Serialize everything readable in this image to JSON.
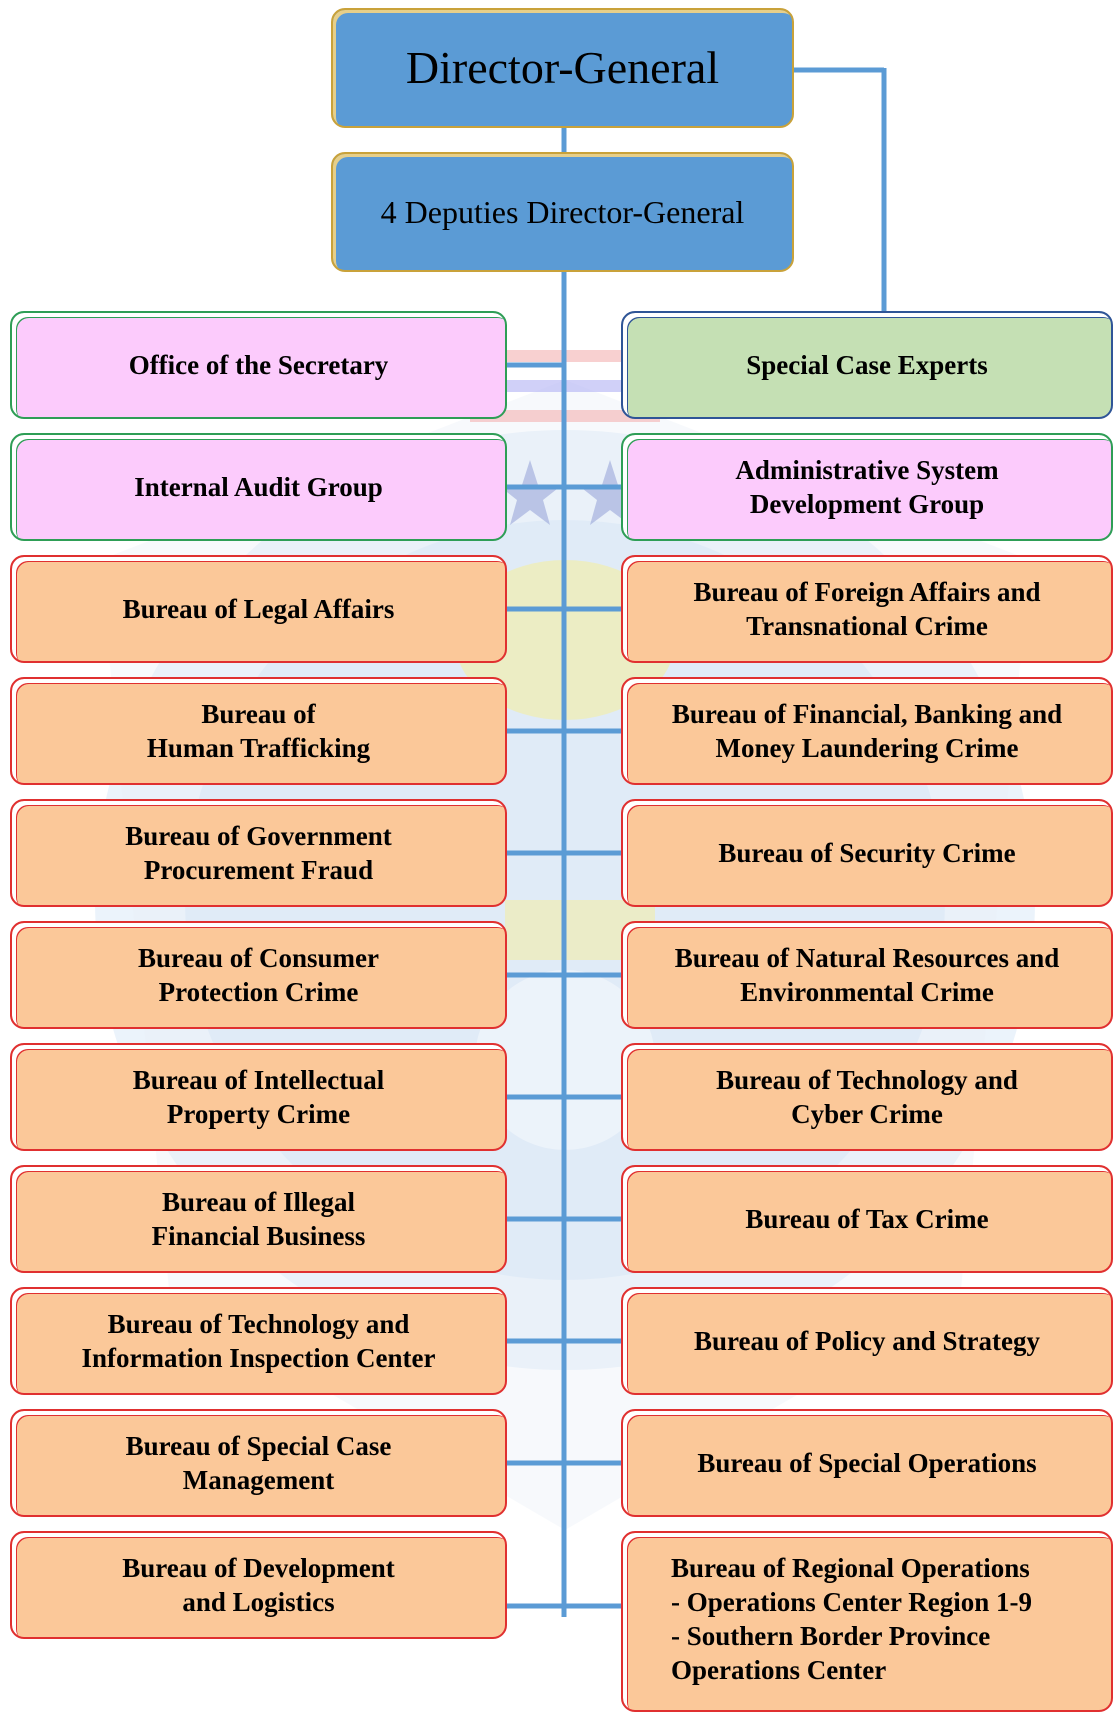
{
  "top": {
    "director": "Director-General",
    "deputies": "4 Deputies Director-General"
  },
  "left": [
    {
      "label": "Office of the Secretary",
      "kind": "secretary"
    },
    {
      "label": "Internal Audit Group",
      "kind": "secretary"
    },
    {
      "label": "Bureau of Legal Affairs",
      "kind": "bureau"
    },
    {
      "label": "Bureau of\nHuman Trafficking",
      "kind": "bureau"
    },
    {
      "label": "Bureau of Government\nProcurement Fraud",
      "kind": "bureau"
    },
    {
      "label": "Bureau of Consumer\nProtection Crime",
      "kind": "bureau"
    },
    {
      "label": "Bureau of Intellectual\nProperty Crime",
      "kind": "bureau"
    },
    {
      "label": "Bureau of Illegal\nFinancial Business",
      "kind": "bureau"
    },
    {
      "label": "Bureau of Technology and\nInformation Inspection Center",
      "kind": "bureau"
    },
    {
      "label": "Bureau of Special Case\nManagement",
      "kind": "bureau"
    },
    {
      "label": "Bureau of Development\nand Logistics",
      "kind": "bureau"
    }
  ],
  "right": [
    {
      "label": "Special Case Experts",
      "kind": "experts"
    },
    {
      "label": "Administrative System\nDevelopment Group",
      "kind": "pinkblue"
    },
    {
      "label": "Bureau of Foreign Affairs and\nTransnational Crime",
      "kind": "bureau"
    },
    {
      "label": "Bureau of Financial, Banking and\nMoney Laundering Crime",
      "kind": "bureau"
    },
    {
      "label": "Bureau of Security Crime",
      "kind": "bureau"
    },
    {
      "label": "Bureau of Natural Resources and\nEnvironmental Crime",
      "kind": "bureau"
    },
    {
      "label": "Bureau of Technology and\nCyber Crime",
      "kind": "bureau"
    },
    {
      "label": "Bureau of Tax Crime",
      "kind": "bureau"
    },
    {
      "label": "Bureau of Policy and Strategy",
      "kind": "bureau"
    },
    {
      "label": "Bureau of Special Operations",
      "kind": "bureau"
    },
    {
      "label": "Bureau of Regional Operations\n- Operations Center Region 1-9\n- Southern Border Province\n  Operations Center",
      "kind": "bureau"
    }
  ],
  "colors": {
    "connector": "#5b9bd5",
    "top_fill": "#5b9bd5",
    "pink_fill": "#fccbfc",
    "green_fill": "#c5e0b4",
    "orange_fill": "#fbc899",
    "bureau_border": "#e03030",
    "green_border": "#2e9e56",
    "blue_border": "#2f5597"
  },
  "watermark": {
    "emblem_name": "department-emblem-watermark"
  }
}
